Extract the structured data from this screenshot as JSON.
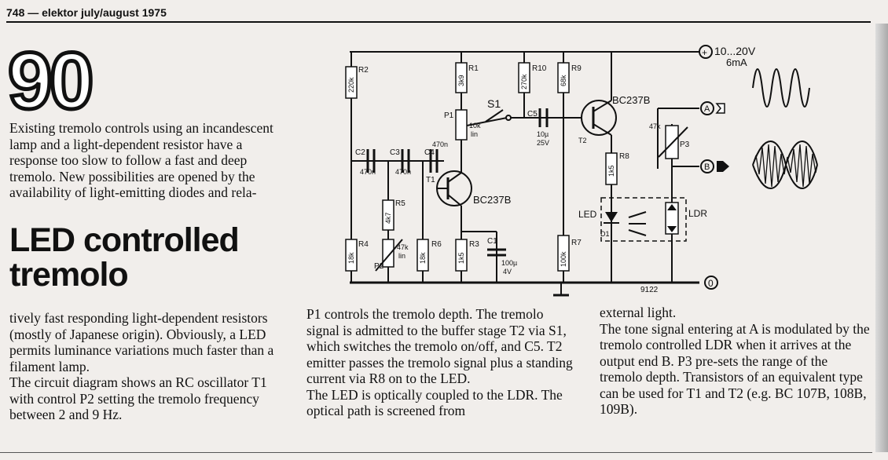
{
  "header": {
    "page_line": "748 — elektor july/august 1975"
  },
  "article": {
    "number": "90",
    "intro": "Existing tremolo controls using an incandescent lamp and a light-dependent resistor have a response too slow to follow a fast and deep tremolo. New possibilities are opened by the availability of light-emitting diodes and rela-",
    "title_line1": "LED controlled",
    "title_line2": "tremolo",
    "col1_p1": "tively fast responding light-dependent resistors (mostly of Japanese origin). Obviously, a LED permits luminance variations much faster than a filament lamp.",
    "col1_p2": "The circuit diagram shows an RC oscillator T1 with control P2 setting the tremolo frequency between 2 and 9 Hz.",
    "col2_p1": "P1 controls the tremolo depth. The tremolo signal is admitted to the buffer stage T2 via S1, which switches the tremolo on/off, and C5. T2 emitter passes the tremolo signal plus a standing current via R8 on to the LED.",
    "col2_p2": "The LED is optically coupled to the LDR. The optical path is screened from",
    "col3_p1": "external light.",
    "col3_p2": "The tone signal entering at A is modulated by the tremolo controlled LDR when it arrives at the output end B. P3 pre-sets the range of the tremolo depth. Transistors of an equivalent type can be used for T1 and T2 (e.g. BC 107B, 108B, 109B)."
  },
  "schematic": {
    "supply_label": "10...20V",
    "supply_current": "6mA",
    "plus_symbol": "+",
    "zero_symbol": "0",
    "drawing_number": "9122",
    "labels": {
      "R1": "R1",
      "R1_val": "3k9",
      "R2": "R2",
      "R2_val": "220k",
      "R3": "R3",
      "R3_val": "1k5",
      "R4": "R4",
      "R4_val": "18k",
      "R5": "R5",
      "R5_val": "4k7",
      "R6": "R6",
      "R6_val": "18k",
      "R7": "R7",
      "R7_val": "100k",
      "R8": "R8",
      "R8_val": "1k5",
      "R9": "R9",
      "R9_val": "68k",
      "R10": "R10",
      "R10_val": "270k",
      "P1": "P1",
      "P1_val": "10k",
      "P1_lin": "lin",
      "P2": "P2",
      "P2_val": "47k",
      "P2_lin": "lin",
      "P3": "P3",
      "P3_val": "47k",
      "C1": "C1",
      "C1_val": "100µ",
      "C1_v": "4V",
      "C2": "C2",
      "C2_val": "470n",
      "C3": "C3",
      "C3_val": "470n",
      "C4": "C4",
      "C4_val": "470n",
      "C5": "C5",
      "C5_val": "10µ",
      "C5_v": "25V",
      "T1": "T1",
      "T1_type": "BC237B",
      "T2": "T2",
      "T2_type": "BC237B",
      "S1": "S1",
      "LED": "LED",
      "D1": "D1",
      "LDR": "LDR",
      "A": "A",
      "B": "B"
    }
  }
}
